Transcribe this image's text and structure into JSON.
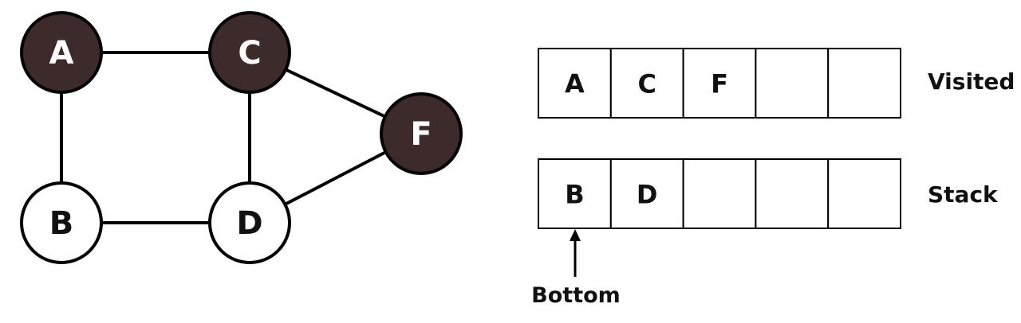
{
  "colors": {
    "visited_node": "#3d2b2b",
    "unvisited_node": "#ffffff",
    "stroke": "#000000",
    "visited_text": "#ffffff",
    "unvisited_text": "#111111"
  },
  "graph": {
    "nodes": [
      {
        "id": "A",
        "label": "A",
        "visited": true
      },
      {
        "id": "C",
        "label": "C",
        "visited": true
      },
      {
        "id": "F",
        "label": "F",
        "visited": true
      },
      {
        "id": "B",
        "label": "B",
        "visited": false
      },
      {
        "id": "D",
        "label": "D",
        "visited": false
      }
    ],
    "edges": [
      [
        "A",
        "C"
      ],
      [
        "A",
        "B"
      ],
      [
        "C",
        "D"
      ],
      [
        "C",
        "F"
      ],
      [
        "B",
        "D"
      ],
      [
        "D",
        "F"
      ]
    ]
  },
  "visited_array": {
    "label": "Visited",
    "cells": [
      "A",
      "C",
      "F",
      "",
      ""
    ]
  },
  "stack_array": {
    "label": "Stack",
    "cells": [
      "B",
      "D",
      "",
      "",
      ""
    ],
    "pointer_label": "Bottom"
  }
}
